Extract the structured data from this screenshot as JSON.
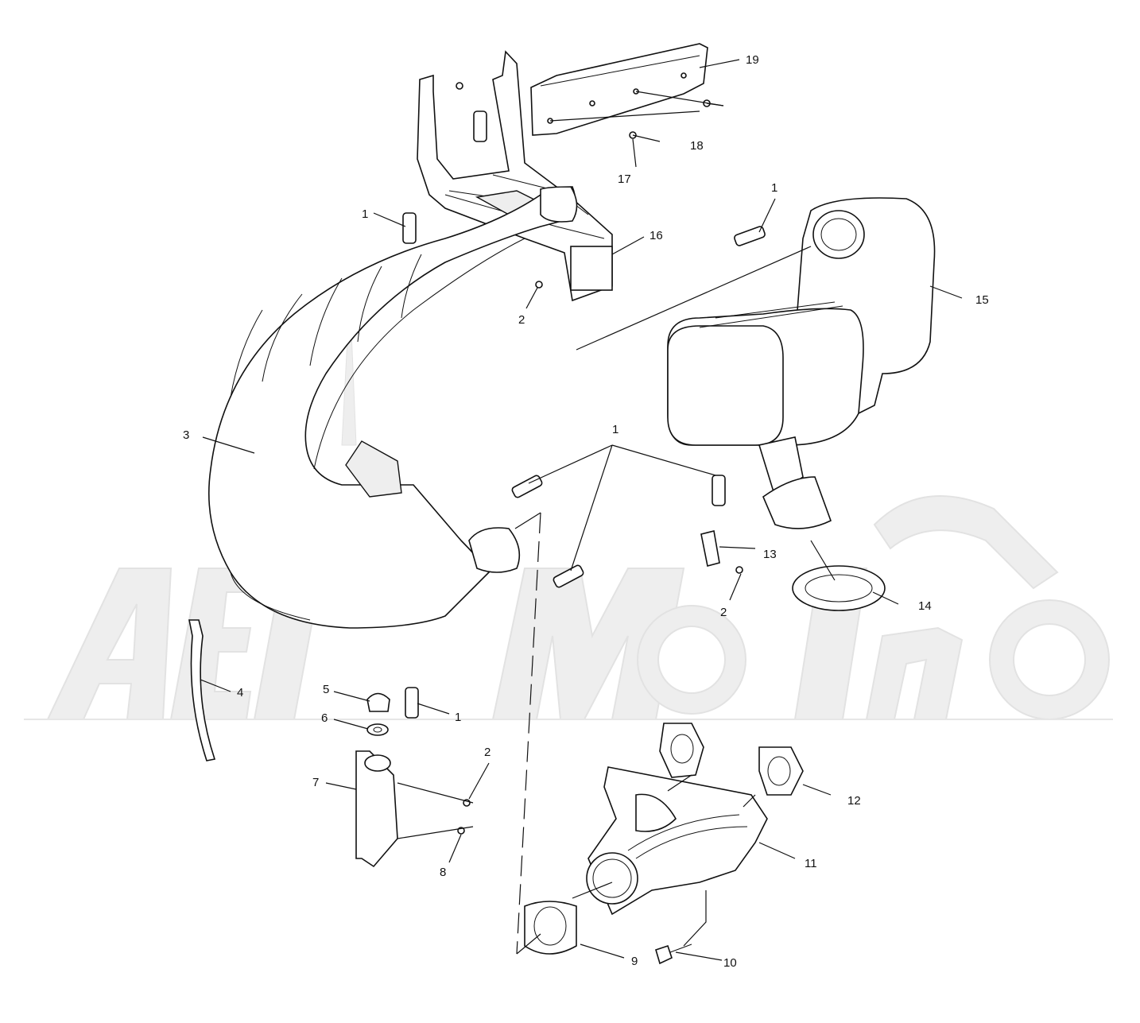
{
  "watermark": {
    "text": "AeriMoto",
    "color": "#e6e6e6"
  },
  "callouts": [
    {
      "id": "c19",
      "text": "19"
    },
    {
      "id": "c18",
      "text": "18"
    },
    {
      "id": "c17",
      "text": "17"
    },
    {
      "id": "c16",
      "text": "16"
    },
    {
      "id": "c1a",
      "text": "1"
    },
    {
      "id": "c1b",
      "text": "1"
    },
    {
      "id": "c15",
      "text": "15"
    },
    {
      "id": "c2a",
      "text": "2"
    },
    {
      "id": "c3",
      "text": "3"
    },
    {
      "id": "c1c",
      "text": "1"
    },
    {
      "id": "c13",
      "text": "13"
    },
    {
      "id": "c2b",
      "text": "2"
    },
    {
      "id": "c14",
      "text": "14"
    },
    {
      "id": "c4",
      "text": "4"
    },
    {
      "id": "c5",
      "text": "5"
    },
    {
      "id": "c1d",
      "text": "1"
    },
    {
      "id": "c6",
      "text": "6"
    },
    {
      "id": "c2c",
      "text": "2"
    },
    {
      "id": "c7",
      "text": "7"
    },
    {
      "id": "c8",
      "text": "8"
    },
    {
      "id": "c12",
      "text": "12"
    },
    {
      "id": "c11",
      "text": "11"
    },
    {
      "id": "c9",
      "text": "9"
    },
    {
      "id": "c10",
      "text": "10"
    }
  ]
}
